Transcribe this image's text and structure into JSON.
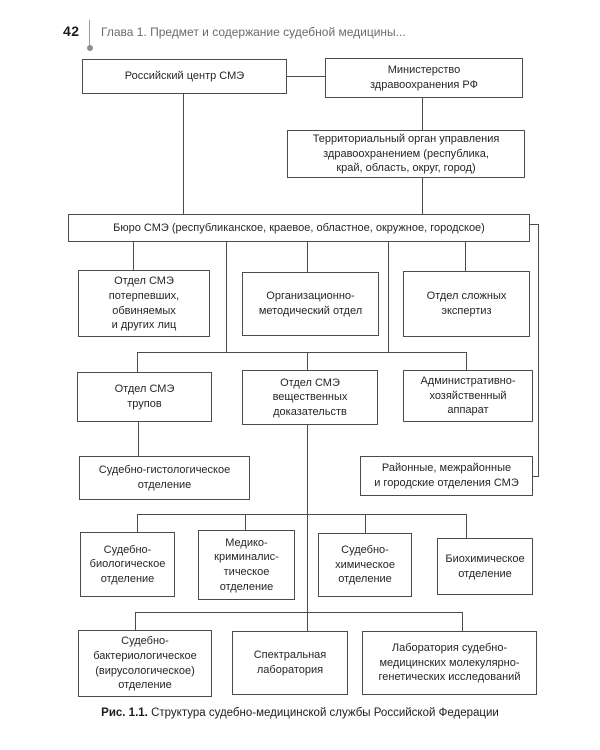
{
  "header": {
    "page_number": "42",
    "chapter_title": "Глава 1. Предмет и содержание судебной медицины..."
  },
  "caption": {
    "label": "Рис. 1.1.",
    "text": "Структура судебно-медицинской службы Российской Федерации"
  },
  "colors": {
    "box_border": "#4c4c4c",
    "box_text": "#262626",
    "header_gray": "#6b6b6b",
    "background": "#ffffff"
  },
  "diagram": {
    "type": "org-chart",
    "nodes": [
      {
        "id": "russian-center-sme",
        "label": "Российский центр СМЭ"
      },
      {
        "id": "ministry-health",
        "label": "Министерство\nздравоохранения РФ"
      },
      {
        "id": "territorial-body",
        "label": "Территориальный орган управления\nздравоохранением (республика,\nкрай, область, округ, город)"
      },
      {
        "id": "bureau-sme",
        "label": "Бюро СМЭ (республиканское, краевое, областное, окружное, городское)"
      },
      {
        "id": "dept-victims",
        "label": "Отдел СМЭ\nпотерпевших,\nобвиняемых\nи других лиц"
      },
      {
        "id": "dept-org-method",
        "label": "Организационно-\nметодический отдел"
      },
      {
        "id": "dept-complex-expertise",
        "label": "Отдел сложных\nэкспертиз"
      },
      {
        "id": "dept-corpses",
        "label": "Отдел СМЭ\nтрупов"
      },
      {
        "id": "dept-material-evidence",
        "label": "Отдел СМЭ\nвещественных\nдоказательств"
      },
      {
        "id": "admin-apparatus",
        "label": "Административно-\nхозяйственный\nаппарат"
      },
      {
        "id": "histology-division",
        "label": "Судебно-гистологическое\nотделение"
      },
      {
        "id": "district-divisions",
        "label": "Районные, межрайонные\nи городские отделения СМЭ"
      },
      {
        "id": "biology-division",
        "label": "Судебно-\nбиологическое\nотделение"
      },
      {
        "id": "criminalistics-division",
        "label": "Медико-\nкриминалис-\nтическое\nотделение"
      },
      {
        "id": "chemistry-division",
        "label": "Судебно-\nхимическое\nотделение"
      },
      {
        "id": "biochemistry-division",
        "label": "Биохимическое\nотделение"
      },
      {
        "id": "bacteriology-division",
        "label": "Судебно-\nбактериологическое\n(вирусологическое)\nотделение"
      },
      {
        "id": "spectral-lab",
        "label": "Спектральная\nлаборатория"
      },
      {
        "id": "genetic-lab",
        "label": "Лаборатория судебно-\nмедицинских молекулярно-\nгенетических исследований"
      }
    ]
  }
}
